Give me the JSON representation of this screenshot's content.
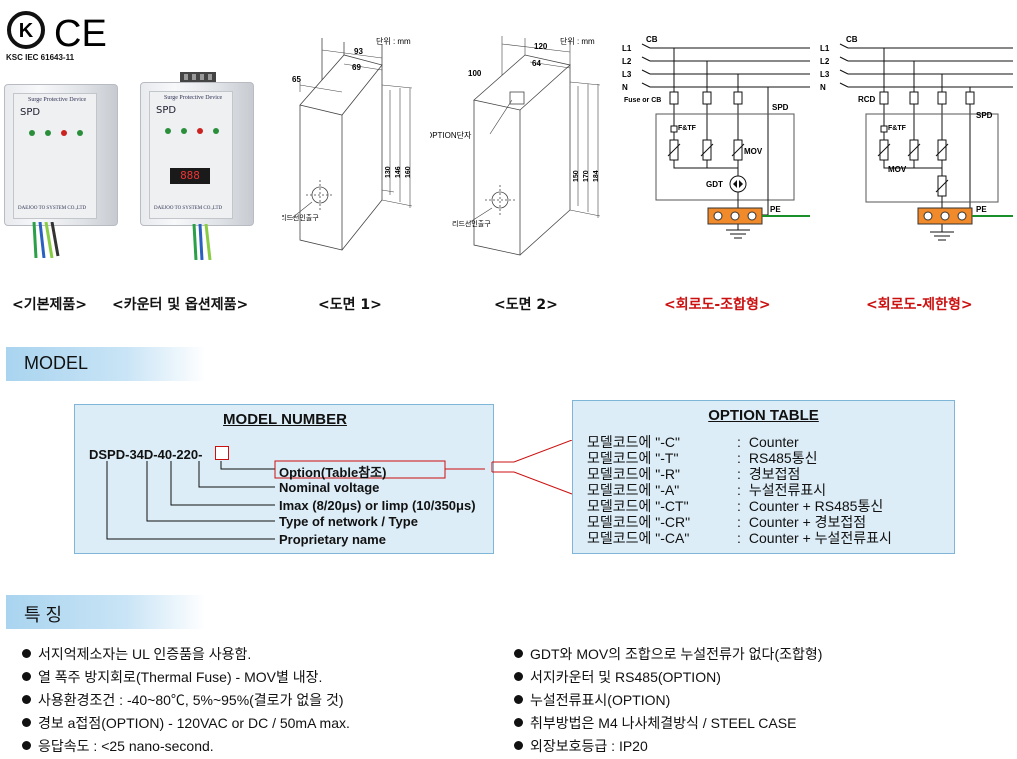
{
  "header": {
    "cert_text": "KSC IEC 61643-11",
    "logo_kc": "K",
    "logo_ce": "CE"
  },
  "products": {
    "device_title": "SPD",
    "device_subtitle": "Surge Protective Device",
    "company": "DAEJOO TO SYSTEM CO.,LTD",
    "counter_display": "888"
  },
  "drawing1": {
    "unit": "단위 : mm",
    "dims": [
      "93",
      "69",
      "65",
      "130",
      "146",
      "160"
    ],
    "entry_label": "리드선인출구"
  },
  "drawing2": {
    "unit": "단위 : mm",
    "dims": [
      "120",
      "64",
      "100",
      "150",
      "170",
      "184"
    ],
    "option_label": "OPTION단자",
    "entry_label": "리드선인출구"
  },
  "circuit1": {
    "lines": [
      "CB",
      "L1",
      "L2",
      "L3",
      "N"
    ],
    "fuse_label": "Fuse or CB",
    "ftf": "F&TF",
    "mov": "MOV",
    "gdt": "GDT",
    "spd": "SPD",
    "pe": "PE"
  },
  "circuit2": {
    "lines": [
      "CB",
      "L1",
      "L2",
      "L3",
      "N"
    ],
    "rcd": "RCD",
    "ftf": "F&TF",
    "mov": "MOV",
    "spd": "SPD",
    "pe": "PE"
  },
  "captions": {
    "basic": "<기본제품>",
    "counter": "<카운터 및 옵션제품>",
    "drawing1": "<도면 1>",
    "drawing2": "<도면 2>",
    "circuit_combo": "<회로도-조합형>",
    "circuit_limit": "<회로도-제한형>"
  },
  "colors": {
    "section_bar": "#a9d4ef",
    "panel_bg": "#dcedf7",
    "caption_red": "#cc1010",
    "terminal_orange": "#f08a2a",
    "pe_green": "#1a8f2a"
  },
  "model_section": {
    "title": "MODEL",
    "model_number": {
      "heading": "MODEL NUMBER",
      "code": "DSPD-34D-40-220-",
      "items": [
        "Option(Table참조)",
        "Nominal voltage",
        "Imax (8/20μs) or Iimp (10/350μs)",
        "Type of network / Type",
        "Proprietary name"
      ]
    },
    "option_table": {
      "heading": "OPTION TABLE",
      "rows": [
        {
          "prefix": "모델코드에 \"-C\"",
          "sep": ":",
          "value": "Counter"
        },
        {
          "prefix": "모델코드에 \"-T\"",
          "sep": ":",
          "value": "RS485통신"
        },
        {
          "prefix": "모델코드에 \"-R\"",
          "sep": ":",
          "value": "경보접점"
        },
        {
          "prefix": "모델코드에 \"-A\"",
          "sep": ":",
          "value": "누설전류표시"
        },
        {
          "prefix": "모델코드에 \"-CT\"",
          "sep": ":",
          "value": "Counter + RS485통신"
        },
        {
          "prefix": "모델코드에 \"-CR\"",
          "sep": ":",
          "value": "Counter + 경보접점"
        },
        {
          "prefix": "모델코드에 \"-CA\"",
          "sep": ":",
          "value": "Counter + 누설전류표시"
        }
      ]
    }
  },
  "features": {
    "title": "특 징",
    "left": [
      "서지억제소자는 UL 인증품을 사용함.",
      "열 폭주 방지회로(Thermal Fuse) - MOV별 내장.",
      "사용환경조건 : -40~80℃, 5%~95%(결로가 없을 것)",
      "경보 a접점(OPTION) - 120VAC or DC / 50mA max.",
      "응답속도 : <25 nano-second."
    ],
    "right": [
      "GDT와 MOV의 조합으로 누설전류가 없다(조합형)",
      "서지카운터 및 RS485(OPTION)",
      "누설전류표시(OPTION)",
      "취부방법은 M4 나사체결방식 / STEEL CASE",
      "외장보호등급 : IP20"
    ]
  }
}
